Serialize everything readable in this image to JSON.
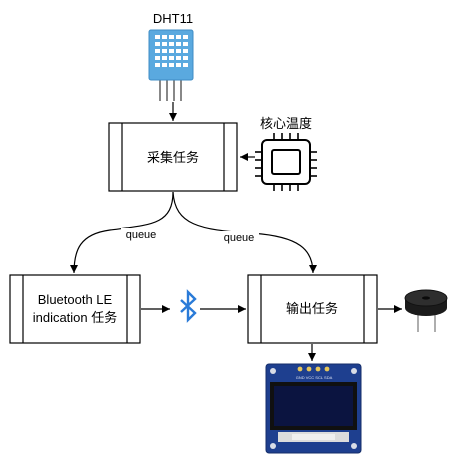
{
  "sensor": {
    "label": "DHT11"
  },
  "cpu": {
    "label": "核心温度"
  },
  "tasks": {
    "collect": "采集任务",
    "ble_line1": "Bluetooth LE",
    "ble_line2": "indication 任务",
    "output": "输出任务"
  },
  "edges": {
    "queue_left": "queue",
    "queue_right": "queue"
  },
  "oled": {
    "header_text": "GND VCC SCL SDA"
  },
  "colors": {
    "dht_body": "#5aa9df",
    "bluetooth": "#2a7bd8",
    "oled_pcb": "#1e3f8f",
    "oled_screen": "#0b1440",
    "buzzer": "#1b1b1b"
  }
}
